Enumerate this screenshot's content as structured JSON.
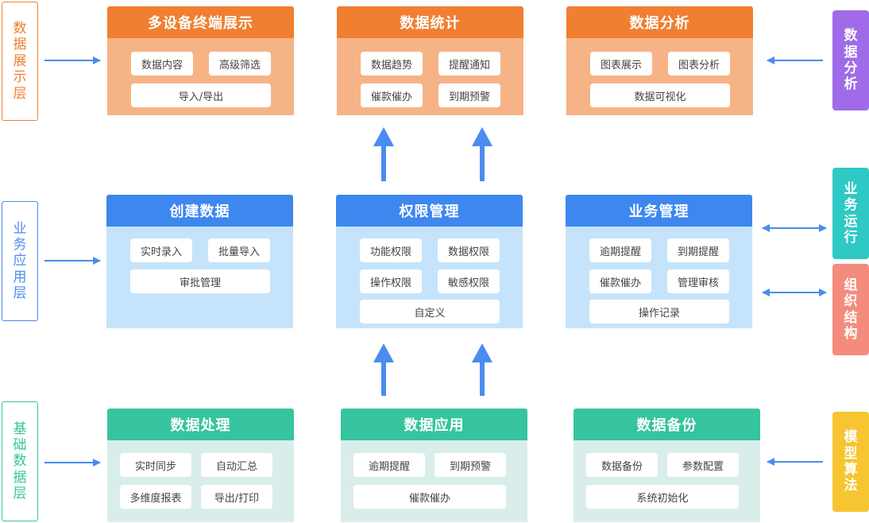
{
  "layers": {
    "display": {
      "label": "数据展示层",
      "color": "#f07f32"
    },
    "application": {
      "label": "业务应用层",
      "color": "#4a8cef"
    },
    "basic": {
      "label": "基础数据层",
      "color": "#36c49e"
    }
  },
  "side": {
    "analysis": {
      "label": "数据分析",
      "color": "#a06be8"
    },
    "operation": {
      "label": "业务运行",
      "color": "#2ec9c4"
    },
    "organization": {
      "label": "组织结构",
      "color": "#f48c7e"
    },
    "model": {
      "label": "模型算法",
      "color": "#f7c531"
    }
  },
  "modules": {
    "multi_device": {
      "title": "多设备终端展示",
      "items": [
        "数据内容",
        "高级筛选",
        "导入/导出"
      ]
    },
    "data_stats": {
      "title": "数据统计",
      "items": [
        "数据趋势",
        "提醒通知",
        "催款催办",
        "到期预警"
      ]
    },
    "data_analysis": {
      "title": "数据分析",
      "items": [
        "图表展示",
        "图表分析",
        "数据可视化"
      ]
    },
    "create_data": {
      "title": "创建数据",
      "items": [
        "实时录入",
        "批量导入",
        "审批管理"
      ]
    },
    "permission": {
      "title": "权限管理",
      "items": [
        "功能权限",
        "数据权限",
        "操作权限",
        "敏感权限",
        "自定义"
      ]
    },
    "business": {
      "title": "业务管理",
      "items": [
        "逾期提醒",
        "到期提醒",
        "催款催办",
        "管理审核",
        "操作记录"
      ]
    },
    "processing": {
      "title": "数据处理",
      "items": [
        "实时同步",
        "自动汇总",
        "多维度报表",
        "导出/打印"
      ]
    },
    "data_app": {
      "title": "数据应用",
      "items": [
        "逾期提醒",
        "到期预警",
        "催款催办"
      ]
    },
    "backup": {
      "title": "数据备份",
      "items": [
        "数据备份",
        "参数配置",
        "系统初始化"
      ]
    }
  },
  "colors": {
    "arrow": "#4a8cef",
    "orange_head": "#f07f32",
    "blue_head": "#3d87ef",
    "green_head": "#36c49e"
  }
}
